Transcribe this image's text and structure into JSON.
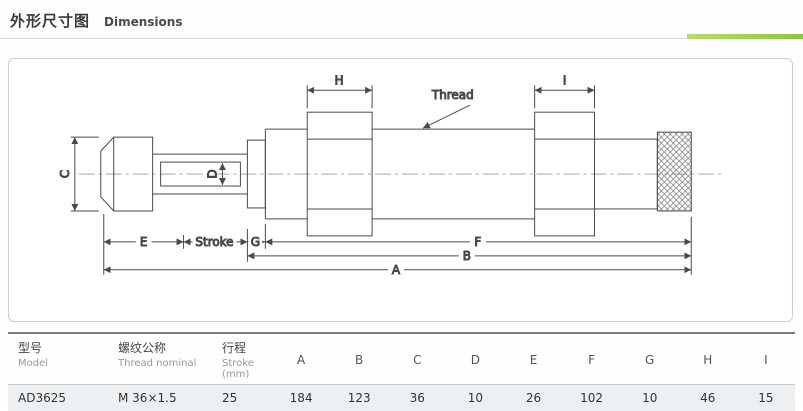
{
  "header": {
    "title_cn": "外形尺寸图",
    "title_en": "Dimensions"
  },
  "colors": {
    "accent_green": "#8cc63f",
    "row_background": "#edf0f3"
  },
  "drawing": {
    "labels": {
      "H": "H",
      "thread": "Thread",
      "I": "I",
      "C": "C",
      "D": "D",
      "E": "E",
      "stroke": "Stroke",
      "G": "G",
      "F": "F",
      "B": "B",
      "A": "A"
    }
  },
  "table": {
    "headers": [
      {
        "cn": "型号",
        "en": "Model"
      },
      {
        "cn": "螺纹公称",
        "en": "Thread nominal"
      },
      {
        "cn": "行程",
        "en": "Stroke (mm)"
      }
    ],
    "letters": [
      "A",
      "B",
      "C",
      "D",
      "E",
      "F",
      "G",
      "H",
      "I"
    ],
    "row": {
      "model": "AD3625",
      "thread": "M 36×1.5",
      "stroke": "25",
      "values": [
        "184",
        "123",
        "36",
        "10",
        "26",
        "102",
        "10",
        "46",
        "15"
      ]
    }
  }
}
